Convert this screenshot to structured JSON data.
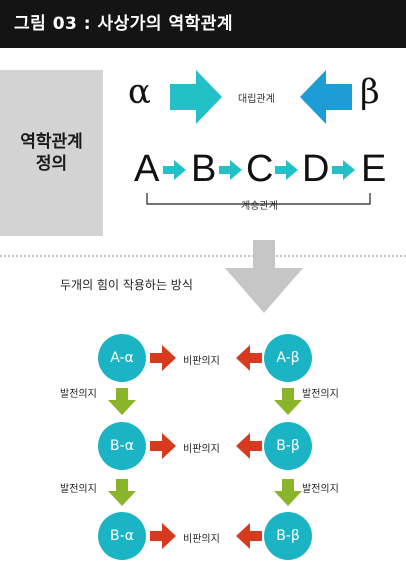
{
  "header": {
    "title": "그림 03 : 사상가의 역학관계"
  },
  "definition": {
    "label_line1": "역학관계",
    "label_line2": "정의",
    "alpha": "α",
    "beta": "β",
    "opposition_label": "대립관계",
    "hierarchy_label": "계승관계",
    "chain": [
      "A",
      "B",
      "C",
      "D",
      "E"
    ]
  },
  "forces": {
    "title": "두개의 힘이 작용하는 방식",
    "rows": [
      {
        "left": "A-α",
        "right": "A-β",
        "center": "비판의지"
      },
      {
        "left": "B-α",
        "right": "B-β",
        "center": "비판의지"
      },
      {
        "left": "B-α",
        "right": "B-β",
        "center": "비판의지"
      }
    ],
    "down_labels": [
      {
        "left": "발전의지",
        "right": "발전의지"
      },
      {
        "left": "발전의지",
        "right": "발전의지"
      }
    ]
  },
  "colors": {
    "teal": "#1bb4c5",
    "arrow_cyan": "#24c0c8",
    "arrow_blue": "#1e9cd6",
    "red": "#d83a1f",
    "green": "#8ab52a",
    "gray": "#c6c6c6"
  }
}
